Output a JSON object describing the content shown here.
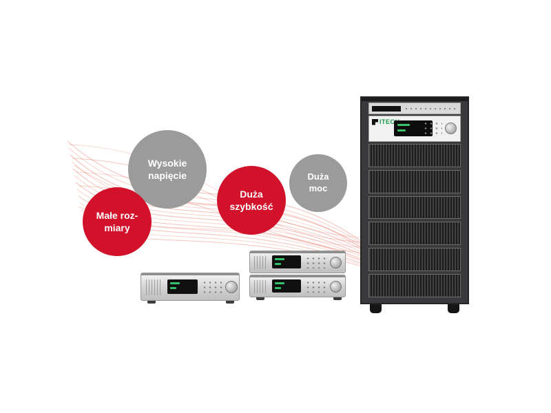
{
  "bubbles": {
    "high_voltage": {
      "line1": "Wysokie",
      "line2": "napięcie"
    },
    "small_size": {
      "line1": "Małe roz-",
      "line2": "miary"
    },
    "high_speed": {
      "line1": "Duża",
      "line2": "szybkość"
    },
    "high_power": {
      "line1": "Duża",
      "line2": "moc"
    }
  },
  "brand": {
    "name": "ITECH"
  },
  "colors": {
    "red": "#d2112b",
    "gray": "#9b9b9b",
    "line_red": "#dd3b24",
    "logo_green": "#159a45"
  }
}
